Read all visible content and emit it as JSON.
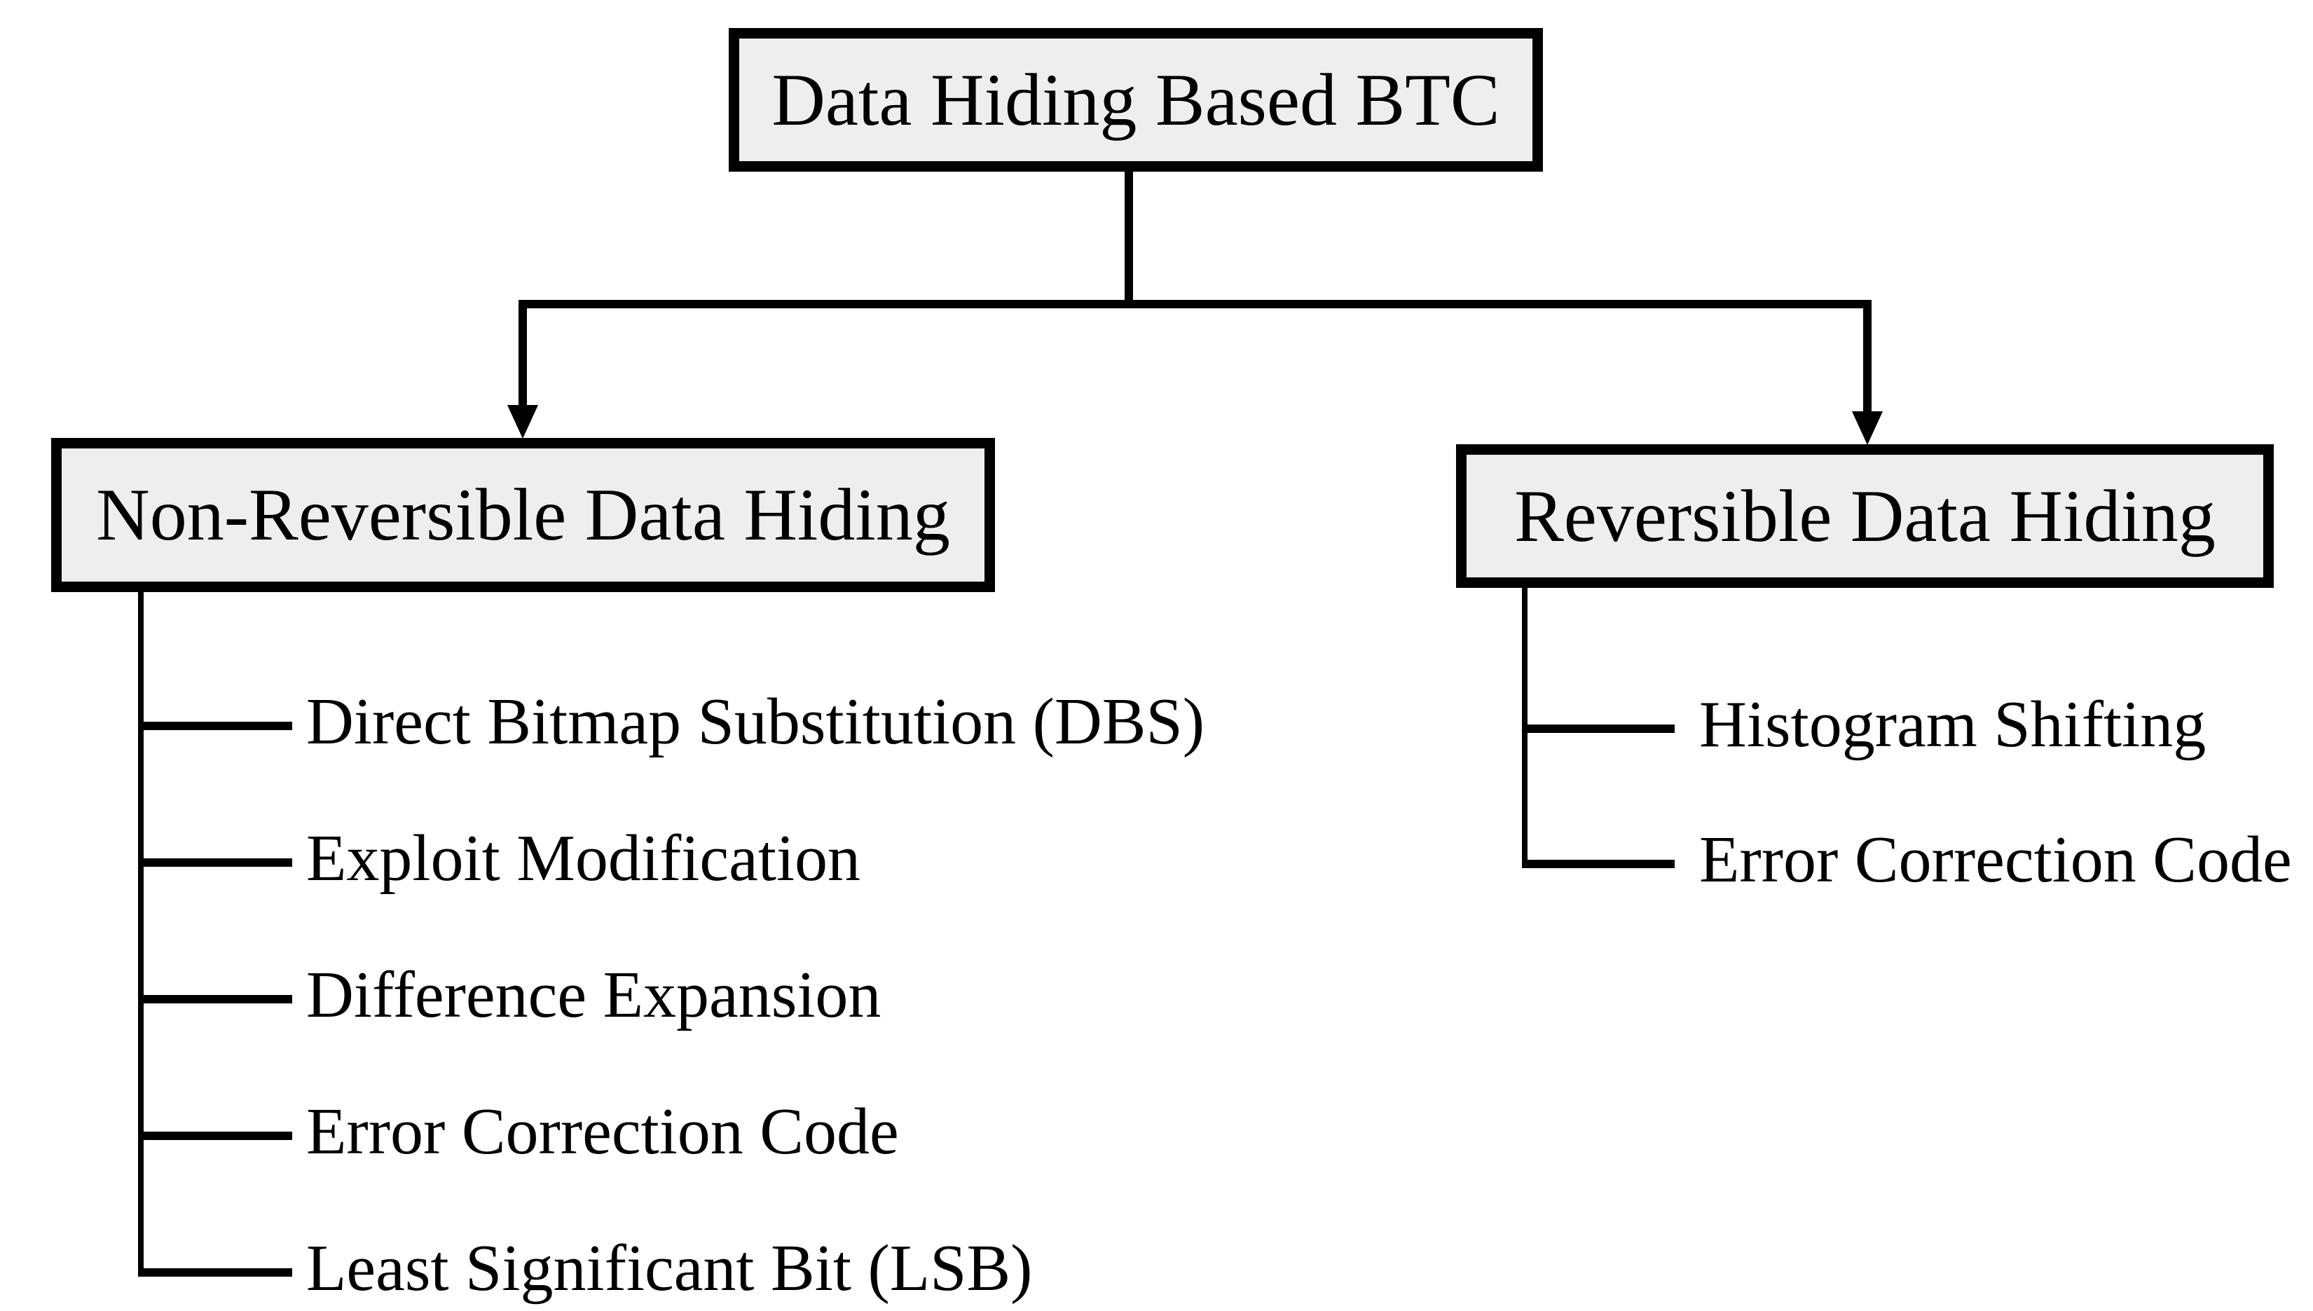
{
  "diagram": {
    "root": {
      "label": "Data Hiding Based BTC"
    },
    "branches": [
      {
        "title": "Non-Reversible Data Hiding",
        "children": [
          "Direct Bitmap Substitution (DBS)",
          "Exploit Modification",
          "Difference Expansion",
          "Error Correction Code",
          "Least Significant Bit (LSB)"
        ]
      },
      {
        "title": "Reversible Data Hiding",
        "children": [
          "Histogram Shifting",
          "Error Correction Code"
        ]
      }
    ],
    "colors": {
      "background": "#ffffff",
      "box_fill": "#eeeeee",
      "box_border": "#000000",
      "line": "#000000",
      "text": "#000000"
    }
  }
}
